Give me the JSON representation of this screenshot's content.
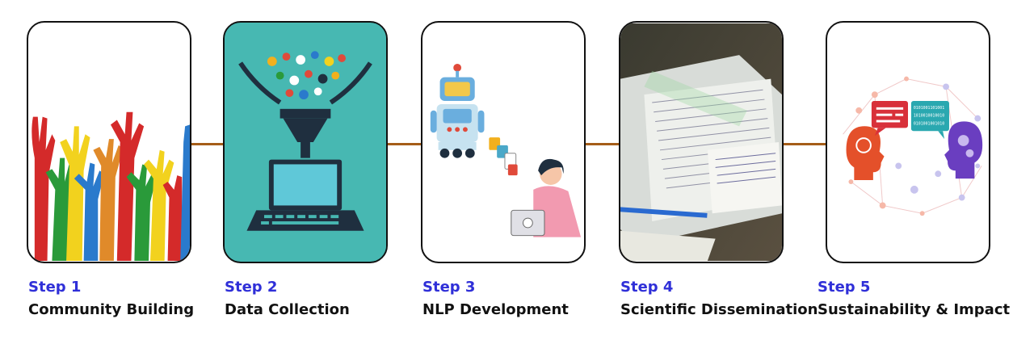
{
  "steps": [
    {
      "step": "Step 1",
      "title": "Community Building",
      "icon": "raised-hands-icon"
    },
    {
      "step": "Step 2",
      "title": "Data Collection",
      "icon": "data-funnel-laptop-icon"
    },
    {
      "step": "Step 3",
      "title": "NLP Development",
      "icon": "robot-translation-icon"
    },
    {
      "step": "Step 4",
      "title": "Scientific Dissemination",
      "icon": "handwritten-papers-icon"
    },
    {
      "step": "Step 5",
      "title": "Sustainability & Impact",
      "icon": "two-heads-communication-icon"
    }
  ],
  "step5_binary": [
    "0101001101001",
    "1010010010010",
    "0101001001010"
  ],
  "colors": {
    "step_label": "#2f2fd8",
    "title": "#111111",
    "timeline": "#a55d18",
    "card_border": "#111111",
    "step2_bg": "#47b8b2"
  }
}
